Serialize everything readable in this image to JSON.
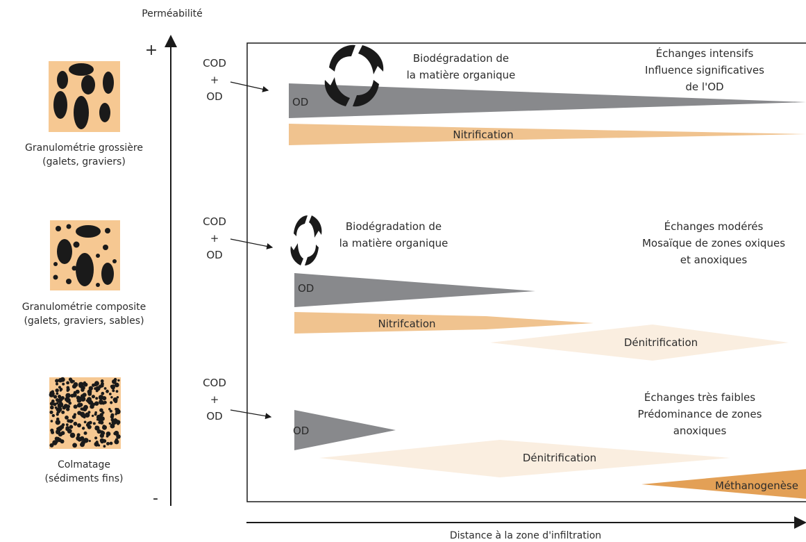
{
  "axes": {
    "y_label": "Perméabilité",
    "y_plus": "+",
    "y_minus": "-",
    "x_label": "Distance à la zone d'infiltration"
  },
  "colors": {
    "od": "#88898c",
    "nitrification": "#f0c38f",
    "denitrification": "#faeee0",
    "methanogenese": "#e3a056",
    "sediment_bg": "#f6c892",
    "particle": "#1a1a1a"
  },
  "rows": [
    {
      "sediment_label_1": "Granulométrie grossière",
      "sediment_label_2": "(galets, graviers)",
      "input_1": "COD",
      "input_2": "+",
      "input_3": "OD",
      "biodeg_1": "Biodégradation de",
      "biodeg_2": "la matière organique",
      "exchange_1": "Échanges intensifs",
      "exchange_2": "Influence significatives",
      "exchange_3": "de l'OD",
      "od_label": "OD",
      "process_1": "Nitrification"
    },
    {
      "sediment_label_1": "Granulométrie composite",
      "sediment_label_2": "(galets, graviers, sables)",
      "input_1": "COD",
      "input_2": "+",
      "input_3": "OD",
      "biodeg_1": "Biodégradation de",
      "biodeg_2": "la matière organique",
      "exchange_1": "Échanges modérés",
      "exchange_2": "Mosaïque de zones oxiques",
      "exchange_3": "et anoxiques",
      "od_label": "OD",
      "process_1": "Nitrifcation",
      "process_2": "Dénitrification"
    },
    {
      "sediment_label_1": "Colmatage",
      "sediment_label_2": "(sédiments fins)",
      "input_1": "COD",
      "input_2": "+",
      "input_3": "OD",
      "exchange_1": "Échanges très faibles",
      "exchange_2": "Prédominance de zones",
      "exchange_3": "anoxiques",
      "od_label": "OD",
      "process_1": "Dénitrification",
      "process_2": "Méthanogenèse"
    }
  ]
}
